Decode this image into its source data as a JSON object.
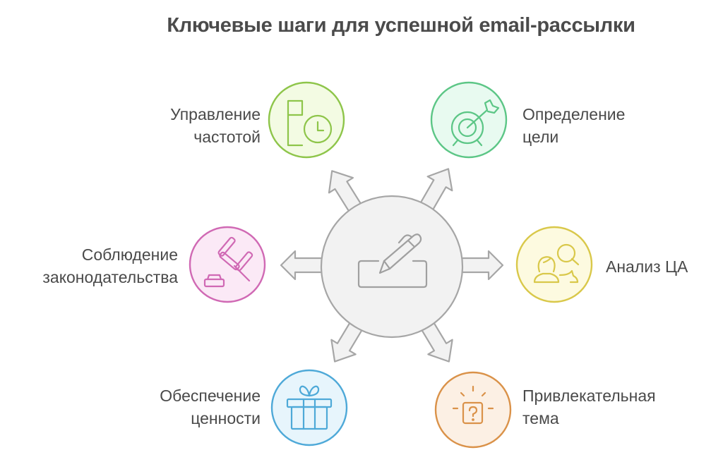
{
  "title": "Ключевые шаги для успешной email-рассылки",
  "center": {
    "icon": "pen-signature-icon",
    "fill": "#f2f2f2",
    "stroke": "#a6a6a6"
  },
  "nodes": [
    {
      "id": "frequency",
      "line1": "Управление",
      "line2": "частотой",
      "icon": "calendar-clock-icon",
      "fill": "#f3fbe3",
      "stroke": "#8ec54a"
    },
    {
      "id": "goal",
      "line1": "Определение",
      "line2": "цели",
      "icon": "target-arrow-icon",
      "fill": "#e8faf0",
      "stroke": "#5cc686"
    },
    {
      "id": "audience",
      "line1": "Анализ ЦА",
      "line2": "",
      "icon": "people-search-icon",
      "fill": "#fdfae0",
      "stroke": "#d9c84a"
    },
    {
      "id": "subject",
      "line1": "Привлекательная",
      "line2": "тема",
      "icon": "mystery-box-icon",
      "fill": "#fcf0e4",
      "stroke": "#da9249"
    },
    {
      "id": "value",
      "line1": "Обеспечение",
      "line2": "ценности",
      "icon": "gift-icon",
      "fill": "#e7f5fc",
      "stroke": "#4ea9d8"
    },
    {
      "id": "legal",
      "line1": "Соблюдение",
      "line2": "законодательства",
      "icon": "gavel-icon",
      "fill": "#fbe9f6",
      "stroke": "#d069b4"
    }
  ]
}
